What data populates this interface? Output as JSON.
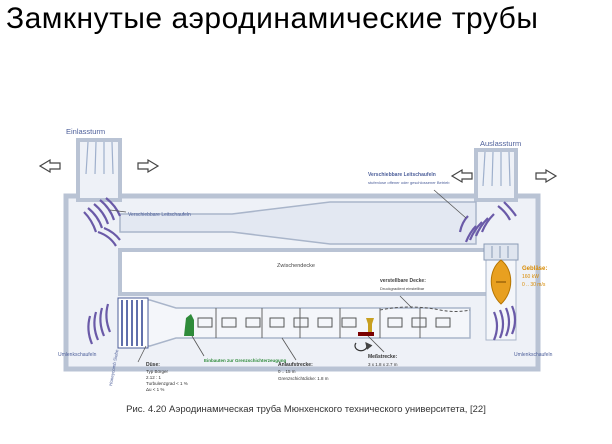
{
  "slide": {
    "title": "Замкнутые аэродинамические трубы",
    "caption": "Рис. 4.20 Аэродинамическая труба Мюнхенского технического университета, [22]"
  },
  "diagram": {
    "labels": {
      "inlet_tower": "Einlassturm",
      "outlet_tower": "Auslassturm",
      "guide_vanes_left": "Verschiebbare Leitschaufeln",
      "guide_vanes_right": "Verschiebbare Leitschaufeln",
      "guide_vanes_right_note": "stufenlose offener oder geschlossener Betrieb",
      "intermediate_ceiling": "Zwischendecke",
      "adjustable_ceiling": "verstellbare Decke:",
      "adjustable_ceiling_note": "Druckgradient einstellbar",
      "fan": "Gebläse:",
      "fan_power": "160 kW",
      "fan_speed": "0 .. 30 m/s",
      "lower_vanes_left": "Umlenkschaufeln",
      "lower_vanes_right": "Umlenkschaufeln",
      "honeycomb": "Honeycomb Siebe",
      "nozzle_title": "Düse:",
      "nozzle_type": "Typ Börger",
      "nozzle_ratio": "2.12 : 1",
      "nozzle_turbulence": "Turbulenzgrad < 1 %",
      "nozzle_u": "Δu < 1 %",
      "inserts": "Einbauten zur Grenzschichterzeugung",
      "run_section_title": "Anlaufstrecke:",
      "run_section_length": "0 .. 15 m",
      "run_section_bl": "Grenzschichtdicke: 1.8 m",
      "test_section_title": "Meßstrecke:",
      "test_section_dims": "3 x 1.8 x 2.7 m"
    },
    "colors": {
      "wall": "#b9c3d4",
      "duct_fill": "#eef1f7",
      "vane": "#6a5aa8",
      "arrow": "#444444",
      "text_blue": "#4d5f9a",
      "text_green": "#2e8b3a",
      "fan": "#e8a020",
      "fan_text": "#d98a00"
    }
  }
}
